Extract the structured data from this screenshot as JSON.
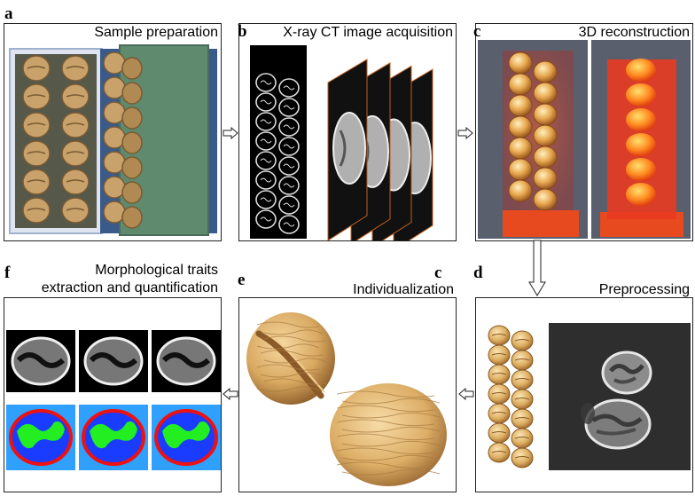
{
  "panels": {
    "a": {
      "letter": "a",
      "title": "Sample preparation"
    },
    "b": {
      "letter": "b",
      "title": "X-ray CT image acquisition"
    },
    "c": {
      "letter": "c",
      "title": "3D reconstruction"
    },
    "d": {
      "letter": "d",
      "title": "Preprocessing",
      "stray_letter": "c"
    },
    "e": {
      "letter": "e",
      "title": "Individualization"
    },
    "f": {
      "letter": "f",
      "title_line1": "Morphological traits",
      "title_line2": "extraction and quantification"
    }
  },
  "colors": {
    "walnut_shell": "#c8a26a",
    "walnut_dark": "#7a5a34",
    "ct_background": "#000000",
    "ct_gray": "#b0b0b0",
    "render_red": "#e8402a",
    "render_gold": "#f0b040",
    "seg_blue": "#1a3cff",
    "seg_green": "#22ee22",
    "seg_red": "#ee1111",
    "seg_bg": "#30a0ff",
    "foam_green": "#5f8a6e"
  },
  "icons": {
    "flow_arrow": "hollow-arrow-icon"
  }
}
